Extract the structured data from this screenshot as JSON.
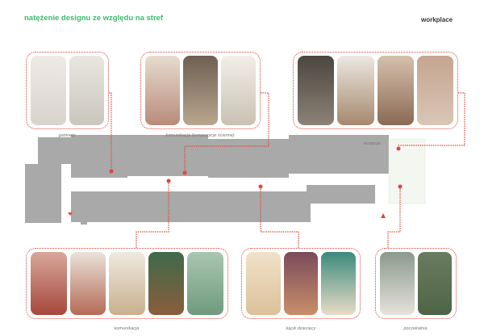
{
  "header": {
    "title": "natężenie designu ze względu na stref",
    "brand": "workplace"
  },
  "zones": [
    {
      "label": "gabinety"
    },
    {
      "label": "komunikacja (kompozycje ścienne)"
    },
    {
      "label": "recepcja"
    },
    {
      "label": "komunikacja"
    },
    {
      "label": "kącik dziecięcy"
    },
    {
      "label": "poczekalnia"
    }
  ],
  "colors": {
    "accent": "#e0483a",
    "title": "#3dba6c",
    "plan": "#a9a9a9"
  }
}
